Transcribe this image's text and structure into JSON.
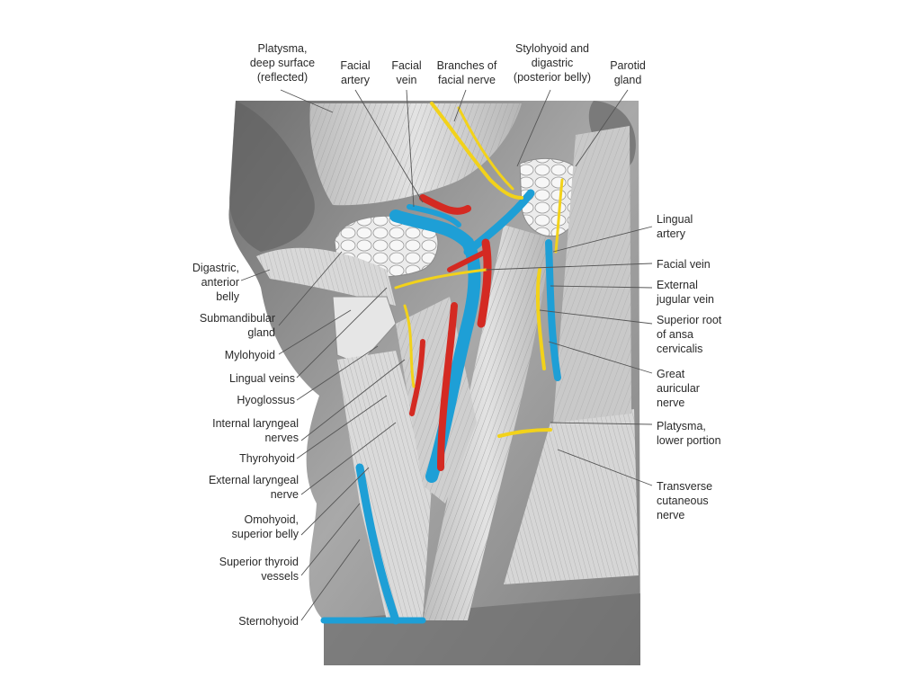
{
  "labels": {
    "top": [
      {
        "id": "platysma-deep",
        "text": "Platysma,\ndeep surface\n(reflected)"
      },
      {
        "id": "facial-artery",
        "text": "Facial\nartery"
      },
      {
        "id": "facial-vein-top",
        "text": "Facial\nvein"
      },
      {
        "id": "branches-facial-nerve",
        "text": "Branches of\nfacial nerve"
      },
      {
        "id": "stylohyoid-digastric",
        "text": "Stylohyoid and\ndigastric\n(posterior belly)"
      },
      {
        "id": "parotid-gland",
        "text": "Parotid\ngland"
      }
    ],
    "left": [
      {
        "id": "digastric-anterior",
        "text": "Digastric,\nanterior\nbelly"
      },
      {
        "id": "submandibular-gland",
        "text": "Submandibular\ngland"
      },
      {
        "id": "mylohyoid",
        "text": "Mylohyoid"
      },
      {
        "id": "lingual-veins",
        "text": "Lingual veins"
      },
      {
        "id": "hyoglossus",
        "text": "Hyoglossus"
      },
      {
        "id": "internal-laryngeal",
        "text": "Internal laryngeal\nnerves"
      },
      {
        "id": "thyrohyoid",
        "text": "Thyrohyoid"
      },
      {
        "id": "external-laryngeal",
        "text": "External laryngeal\nnerve"
      },
      {
        "id": "omohyoid",
        "text": "Omohyoid,\nsuperior belly"
      },
      {
        "id": "superior-thyroid",
        "text": "Superior thyroid\nvessels"
      },
      {
        "id": "sternohyoid",
        "text": "Sternohyoid"
      }
    ],
    "right": [
      {
        "id": "lingual-artery",
        "text": "Lingual\nartery"
      },
      {
        "id": "facial-vein-right",
        "text": "Facial vein"
      },
      {
        "id": "external-jugular",
        "text": "External\njugular vein"
      },
      {
        "id": "superior-root-ansa",
        "text": "Superior root\nof ansa\ncervicalis"
      },
      {
        "id": "great-auricular",
        "text": "Great\nauricular\nnerve"
      },
      {
        "id": "platysma-lower",
        "text": "Platysma,\nlower portion"
      },
      {
        "id": "transverse-cutaneous",
        "text": "Transverse\ncutaneous\nnerve"
      }
    ]
  },
  "colors": {
    "artery": "#d42a22",
    "vein": "#1e9fd6",
    "nerve": "#f2d21a",
    "muscle": "#cfcfcf",
    "skin": "#9a9a9a",
    "leader": "#555555"
  }
}
